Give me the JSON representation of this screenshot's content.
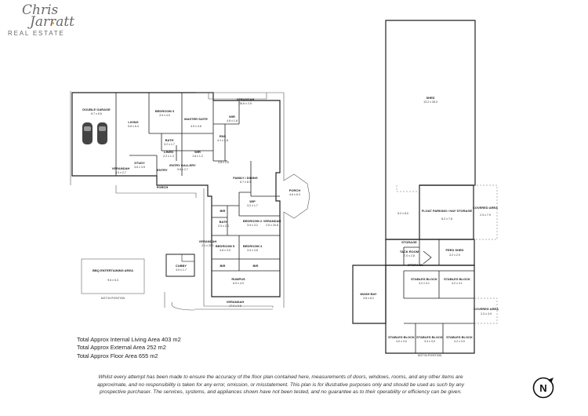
{
  "brand": {
    "name_line1": "Chris",
    "name_line2": "Jarratt",
    "sub": "REAL ESTATE",
    "accent_color": "#e0a23a"
  },
  "rooms": {
    "double_garage": "DOUBLE GARAGE",
    "double_garage_dim": "6.7 x 6.6",
    "living": "LIVING",
    "living_dim": "5.8 x 6.4",
    "bedroom3": "BEDROOM 3",
    "bedroom3_dim": "3.9 x 4.0",
    "master_suite": "MASTER SUITE",
    "master_suite_dim": "4.9 x 4.6",
    "bath1": "BATH",
    "bath1_dim": "3.2 x 1.7",
    "wir1": "WIR",
    "wir1_dim": "4.6 x 1.8",
    "ens": "ENS",
    "ens_dim": "4.1 x 2.8",
    "linen": "LINEN",
    "linen_dim": "2.2 x 1.3",
    "wir2": "WIR",
    "wir2_dim": "1.8 x 1.2",
    "study": "STUDY",
    "study_dim": "3.6 x 3.5",
    "entry_gallery": "ENTRY GALLERY",
    "entry_gallery_dim": "9.6 x 2.7",
    "entry": "ENTRY",
    "verandah_small": "VERANDAH",
    "verandah_small_dim": "3.0 x 2.7",
    "porch": "PORCH",
    "verandah_top": "VERANDAH",
    "verandah_top_dim": "16.6 x 2.5",
    "kitchen_dim": "3.8 x 2.8",
    "family_dining": "FAMILY / DINING",
    "family_dining_dim": "6.7 x 8.3",
    "wip": "WIP",
    "wip_dim": "3.2 x 1.7",
    "bedroom2": "BEDROOM 2",
    "bedroom2_dim": "3.9 x 3.2",
    "bedroom4": "BEDROOM 4",
    "bedroom4_dim": "3.9 x 3.8",
    "bedroom5": "BEDROOM 5",
    "bedroom5_dim": "3.8 x 3.9",
    "bath2": "BATH",
    "bath2_dim": "2.0 x 2.0",
    "bir": "BIR",
    "verandah_left": "VERANDAH",
    "verandah_left_dim": "2.1 x 20.1",
    "verandah_right": "VERANDAH",
    "verandah_right_dim": "2.5 x 20.6",
    "rumpus": "RUMPUS",
    "rumpus_dim": "6.9 x 4.9",
    "verandah_bottom": "VERANDAH",
    "verandah_bottom_dim": "17.9 x 2.5",
    "porch_right": "PORCH",
    "porch_right_dim": "4.6 x 6.3",
    "cubby": "CUBBY",
    "cubby_dim": "3.9 x 1.7",
    "bbq": "BBQ ENTERTAINING AREA",
    "bbq_dim": "9.6 x 5.3",
    "not_to_scale": "NOT IN POSITION",
    "shed": "SHED",
    "shed_dim": "13.2 x 28.3",
    "bay_dim": "5.2 x 8.0",
    "float_parking": "FLOAT PARKING / HAY STORAGE",
    "float_parking_dim": "8.2 x 7.8",
    "covered_area1": "COVERED AREA",
    "covered_area1_dim": "2.3 x 7.9",
    "storage1": "STORAGE",
    "tack_room": "TACK ROOM",
    "tack_room_dim": "7.0 x 2.8",
    "feed_shed": "FEED SHED",
    "feed_shed_dim": "3.2 x 2.9",
    "storage2": "STORAGE",
    "wash_bay": "WASH BAY",
    "wash_bay_dim": "3.8 x 8.2",
    "stables1": "STABLES BLOCK",
    "stables1_dim": "3.2 x 3.1",
    "stables2": "STABLES BLOCK",
    "stables2_dim": "3.2 x 3.1",
    "covered_area2": "COVERED AREA",
    "covered_area2_dim": "2.3 x 3.9",
    "stables3": "STABLES BLOCK",
    "stables3_dim": "3.0 x 3.0",
    "stables4": "STABLES BLOCK",
    "stables4_dim": "3.3 x 3.0",
    "stables5": "STABLES BLOCK",
    "stables5_dim": "4.2 x 3.0",
    "not_in_position2": "NOT IN POSITION"
  },
  "areas": {
    "internal": "Total Approx Internal Living Area 403 m2",
    "external": "Total Approx External Area 252 m2",
    "floor": "Total Approx Floor Area 655 m2"
  },
  "disclaimer": "Whilst every attempt has been made to ensure the accuracy of the floor plan contained here, measurements of doors, windows, rooms, and any other items are approximate, and no responsibility is taken for any error, omission, or misstatement. This plan is for illustrative purposes only and should be used as such by any prospective purchaser. The services, systems, and appliances shown have not been tested, and no guarantee as to their operability or efficiency can be given.",
  "compass": {
    "label": "N"
  }
}
